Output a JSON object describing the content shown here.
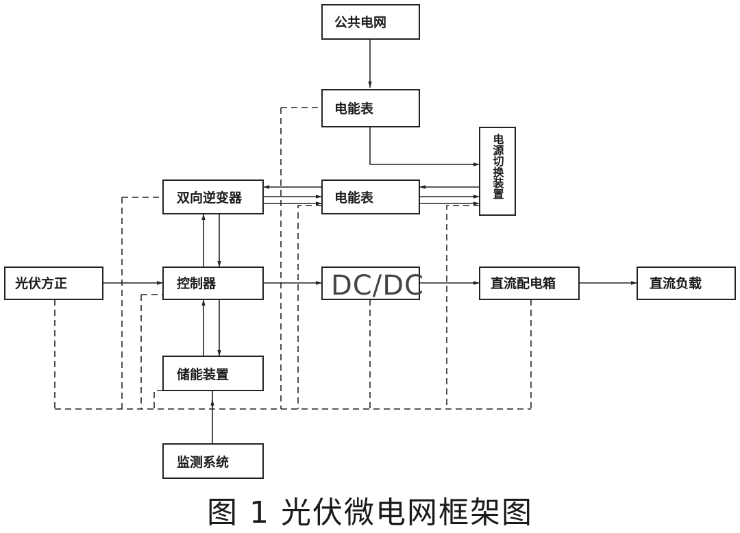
{
  "nodes": {
    "public_grid": "公共电网",
    "meter_top": "电能表",
    "power_switch": "电源切换装置",
    "bidirectional_inverter": "双向逆变器",
    "meter_mid": "电能表",
    "pv_array": "光伏方正",
    "controller": "控制器",
    "dcdc": "DC/DC",
    "dc_distribution_box": "直流配电箱",
    "dc_load": "直流负载",
    "energy_storage": "储能装置",
    "monitoring_system": "监测系统"
  },
  "caption": "图 1   光伏微电网框架图"
}
